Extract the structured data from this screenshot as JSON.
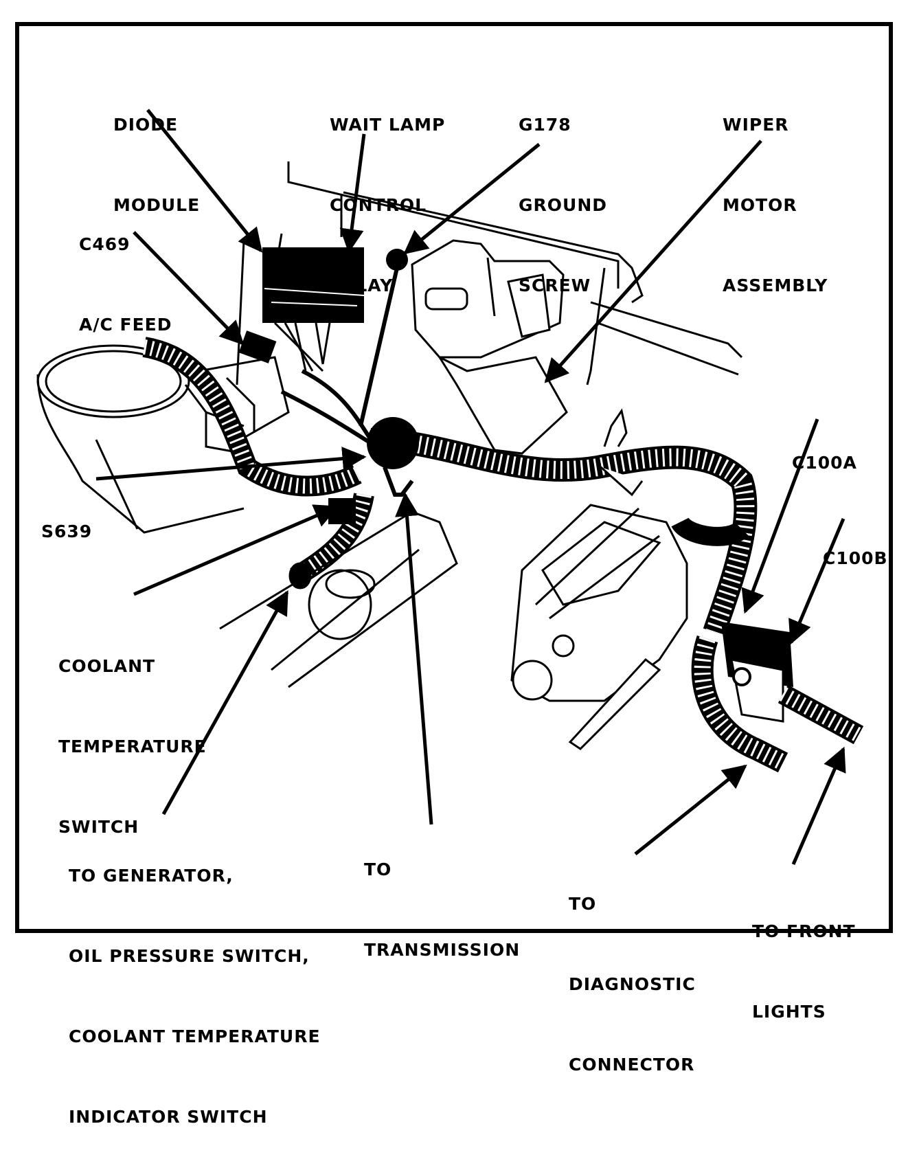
{
  "labels": {
    "diode_module": [
      "DIODE",
      "MODULE"
    ],
    "wait_lamp": [
      "WAIT LAMP",
      "CONTROL",
      "RELAY"
    ],
    "g178": [
      "G178",
      "GROUND",
      "SCREW"
    ],
    "wiper": [
      "WIPER",
      "MOTOR",
      "ASSEMBLY"
    ],
    "c469": [
      "C469",
      "A/C FEED"
    ],
    "c100a": [
      "C100A"
    ],
    "c100b": [
      "C100B"
    ],
    "s639": [
      "S639"
    ],
    "coolant": [
      "COOLANT",
      "TEMPERATURE",
      "SWITCH"
    ],
    "generator": [
      "TO GENERATOR,",
      "OIL PRESSURE SWITCH,",
      "COOLANT TEMPERATURE",
      "INDICATOR SWITCH"
    ],
    "transmission": [
      "TO",
      "TRANSMISSION"
    ],
    "diagnostic": [
      "TO",
      "DIAGNOSTIC",
      "CONNECTOR"
    ],
    "front_lights": [
      "TO FRONT",
      "LIGHTS"
    ]
  }
}
